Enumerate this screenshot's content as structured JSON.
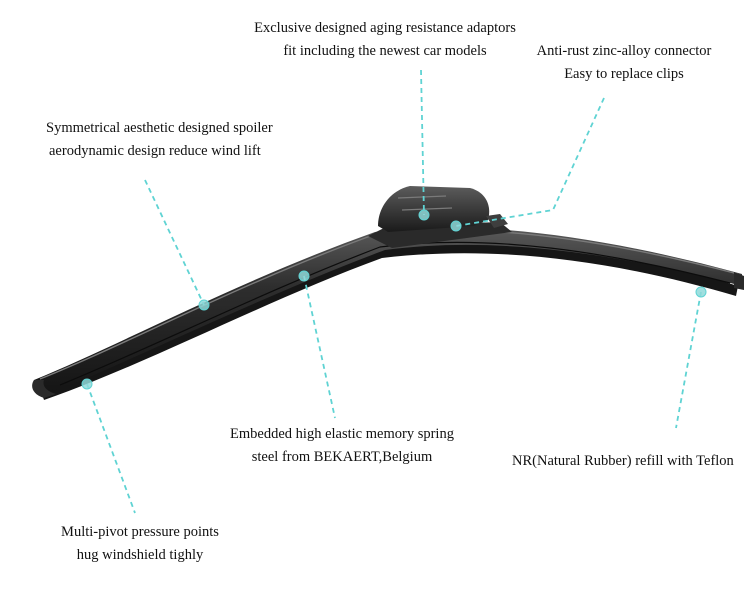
{
  "colors": {
    "leader": "#5fd3d3",
    "dot_fill": "#8fd9d9",
    "blade_dark": "#1d1d1d",
    "blade_mid": "#3a3a3a",
    "blade_highlight": "#6a6a6a",
    "text": "#111111"
  },
  "callouts": {
    "adaptor": {
      "line1": "Exclusive designed aging resistance adaptors",
      "line2": "fit including the newest car models"
    },
    "connector": {
      "line1": "Anti-rust zinc-alloy connector",
      "line2": "Easy to replace clips"
    },
    "spoiler": {
      "line1": "Symmetrical aesthetic designed spoiler",
      "line2": "aerodynamic design reduce wind lift"
    },
    "spring": {
      "line1": "Embedded high elastic memory spring",
      "line2": "steel from BEKAERT,Belgium"
    },
    "refill": {
      "line1": "NR(Natural Rubber) refill with Teflon"
    },
    "pivot": {
      "line1": "Multi-pivot pressure points",
      "line2": "hug windshield tighly"
    }
  }
}
